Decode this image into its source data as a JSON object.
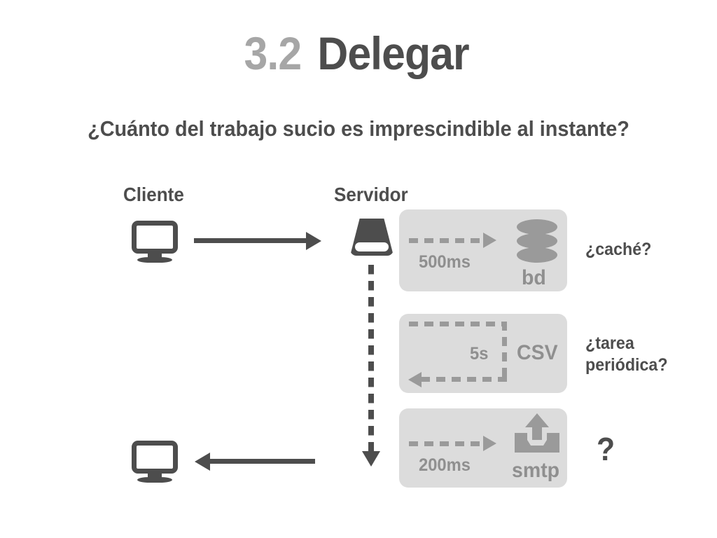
{
  "slide": {
    "background_color": "#ffffff",
    "title": {
      "number": "3.2",
      "text": "Delegar",
      "number_color": "#a6a6a6",
      "text_color": "#4d4d4d"
    },
    "subtitle": "¿Cuánto del trabajo sucio es imprescindible al instante?"
  },
  "diagram": {
    "columns": {
      "client_label": "Cliente",
      "server_label": "Servidor"
    },
    "icons": {
      "client_top": "monitor-icon",
      "client_bottom": "monitor-icon",
      "server": "server-harddrive-icon",
      "database": "database-cylinder-icon",
      "mail": "upload-outbox-icon"
    },
    "panels": [
      {
        "id": "bd",
        "latency": "500ms",
        "service": "bd",
        "flow": "one-way-right",
        "background_color": "#dcdcdc",
        "accent_color": "#9a9a9a"
      },
      {
        "id": "csv",
        "latency": "5s",
        "service": "CSV",
        "flow": "loop-back-left",
        "background_color": "#dcdcdc",
        "accent_color": "#9a9a9a"
      },
      {
        "id": "smtp",
        "latency": "200ms",
        "service": "smtp",
        "flow": "one-way-right",
        "background_color": "#dcdcdc",
        "accent_color": "#9a9a9a"
      }
    ],
    "annotations": [
      {
        "id": "cache",
        "text": "¿caché?"
      },
      {
        "id": "tarea",
        "text": "¿tarea\nperiódica?"
      },
      {
        "id": "question",
        "text": "?"
      }
    ]
  }
}
